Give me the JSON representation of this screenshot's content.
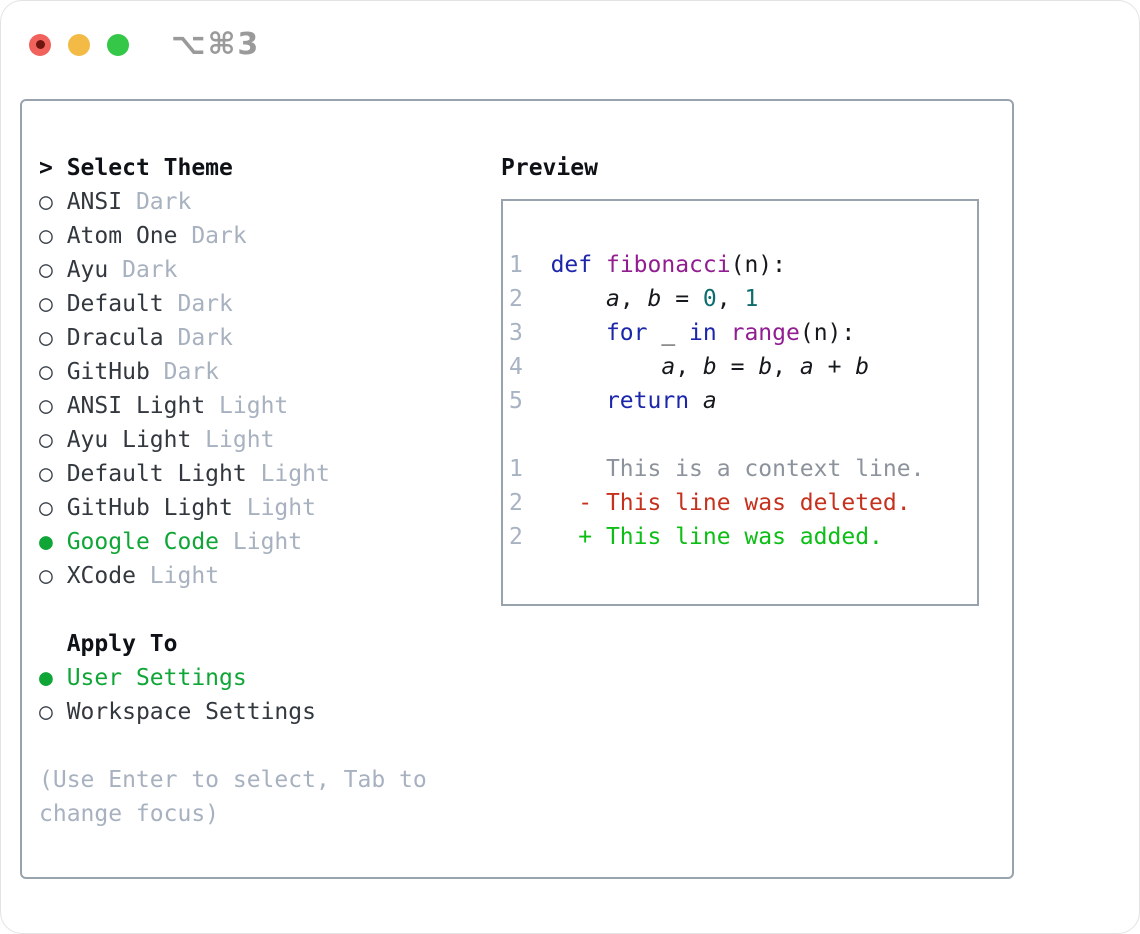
{
  "titlebar": {
    "shortcut": "⌥⌘3",
    "buttons": [
      {
        "name": "close",
        "color": "#f2625c"
      },
      {
        "name": "minimize",
        "color": "#f3bb45"
      },
      {
        "name": "zoom",
        "color": "#34c748"
      }
    ]
  },
  "glyphs": {
    "header_prefix": ">",
    "radio_unselected": "○",
    "radio_selected": "●"
  },
  "colors": {
    "selection_green": "#10a637",
    "panel_border": "#99a3ae",
    "variant_gray": "#a7b1bf",
    "keyword_navy": "#1c26ab",
    "function_purple": "#911d91",
    "number_teal": "#0d6d6d",
    "diff_deleted_red": "#c5311c",
    "diff_added_green": "#0cbe15",
    "diff_context_gray": "#8d939c"
  },
  "theme_selector": {
    "header": "Select Theme",
    "items": [
      {
        "label": "ANSI",
        "variant": "Dark",
        "selected": false
      },
      {
        "label": "Atom One",
        "variant": "Dark",
        "selected": false
      },
      {
        "label": "Ayu",
        "variant": "Dark",
        "selected": false
      },
      {
        "label": "Default",
        "variant": "Dark",
        "selected": false
      },
      {
        "label": "Dracula",
        "variant": "Dark",
        "selected": false
      },
      {
        "label": "GitHub",
        "variant": "Dark",
        "selected": false
      },
      {
        "label": "ANSI Light",
        "variant": "Light",
        "selected": false
      },
      {
        "label": "Ayu Light",
        "variant": "Light",
        "selected": false
      },
      {
        "label": "Default Light",
        "variant": "Light",
        "selected": false
      },
      {
        "label": "GitHub Light",
        "variant": "Light",
        "selected": false
      },
      {
        "label": "Google Code",
        "variant": "Light",
        "selected": true
      },
      {
        "label": "XCode",
        "variant": "Light",
        "selected": false
      }
    ]
  },
  "apply_to": {
    "header": "Apply To",
    "items": [
      {
        "label": "User Settings",
        "selected": true
      },
      {
        "label": "Workspace Settings",
        "selected": false
      }
    ]
  },
  "help_text": "(Use Enter to select, Tab to change focus)",
  "preview": {
    "title": "Preview",
    "code_lines": [
      {
        "num": "1",
        "tokens": [
          {
            "t": "def",
            "c": "kw"
          },
          {
            "t": " "
          },
          {
            "t": "fibonacci",
            "c": "fn"
          },
          {
            "t": "(n):"
          }
        ]
      },
      {
        "num": "2",
        "tokens": [
          {
            "t": "    "
          },
          {
            "t": "a",
            "c": "var"
          },
          {
            "t": ", "
          },
          {
            "t": "b",
            "c": "var"
          },
          {
            "t": " = "
          },
          {
            "t": "0",
            "c": "num"
          },
          {
            "t": ", "
          },
          {
            "t": "1",
            "c": "num"
          }
        ]
      },
      {
        "num": "3",
        "tokens": [
          {
            "t": "    "
          },
          {
            "t": "for",
            "c": "kw"
          },
          {
            "t": " _ "
          },
          {
            "t": "in",
            "c": "kw"
          },
          {
            "t": " "
          },
          {
            "t": "range",
            "c": "fn"
          },
          {
            "t": "(n):"
          }
        ]
      },
      {
        "num": "4",
        "tokens": [
          {
            "t": "        "
          },
          {
            "t": "a",
            "c": "var"
          },
          {
            "t": ", "
          },
          {
            "t": "b",
            "c": "var"
          },
          {
            "t": " = "
          },
          {
            "t": "b",
            "c": "var"
          },
          {
            "t": ", "
          },
          {
            "t": "a",
            "c": "var"
          },
          {
            "t": " + "
          },
          {
            "t": "b",
            "c": "var"
          }
        ]
      },
      {
        "num": "5",
        "tokens": [
          {
            "t": "    "
          },
          {
            "t": "return",
            "c": "kw"
          },
          {
            "t": " "
          },
          {
            "t": "a",
            "c": "var"
          }
        ]
      }
    ],
    "diff_lines": [
      {
        "num": "1",
        "kind": "context",
        "text": "    This is a context line."
      },
      {
        "num": "2",
        "kind": "deleted",
        "text": "  - This line was deleted."
      },
      {
        "num": "2",
        "kind": "added",
        "text": "  + This line was added."
      }
    ]
  }
}
